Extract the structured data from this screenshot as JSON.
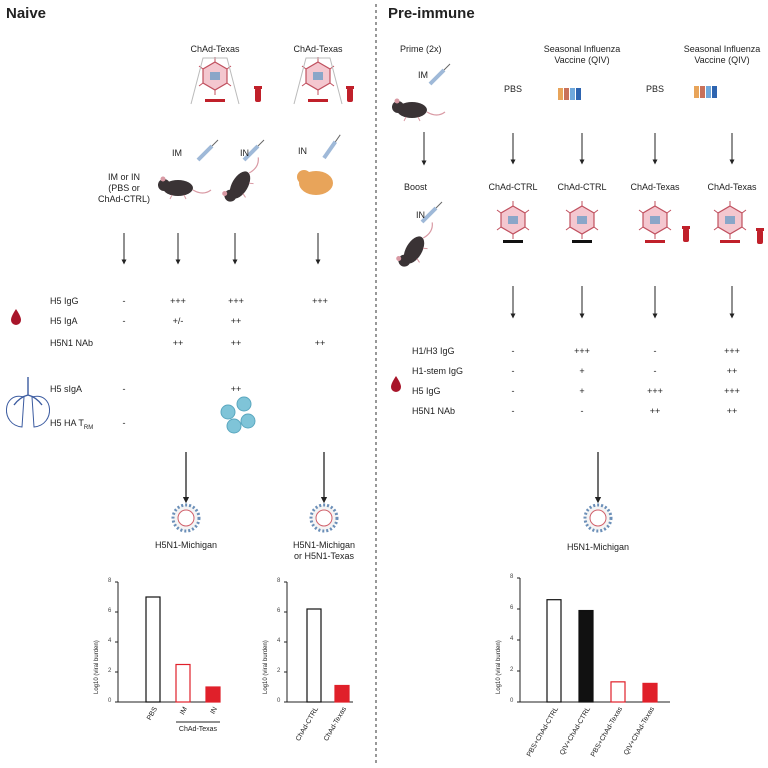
{
  "naive": {
    "title": "Naive",
    "vaccine_labels": [
      "ChAd-Texas",
      "ChAd-Texas"
    ],
    "route_im": "IM",
    "route_in": "IN",
    "route_in2": "IN",
    "control_label": [
      "IM or IN",
      "(PBS or",
      "ChAd-CTRL)"
    ],
    "readout_rows": [
      {
        "label": "H5 IgG",
        "values": [
          "-",
          "+++",
          "+++",
          "+++"
        ]
      },
      {
        "label": "H5 IgA",
        "values": [
          "-",
          "+/-",
          "++",
          ""
        ]
      },
      {
        "label": "H5N1 NAb",
        "values": [
          "",
          "++",
          "++",
          "++"
        ]
      },
      {
        "label": "H5 sIgA",
        "values": [
          "-",
          "",
          "++",
          ""
        ]
      },
      {
        "label": "H5 HA T",
        "sub": "RM",
        "values": [
          "-",
          "",
          "",
          ""
        ]
      }
    ],
    "challenge_1": "H5N1-Michigan",
    "challenge_2": [
      "H5N1-Michigan",
      "or H5N1-Texas"
    ]
  },
  "preimmune": {
    "title": "Pre-immune",
    "prime_label": "Prime (2x)",
    "prime_route": "IM",
    "boost_label": "Boost",
    "boost_route": "IN",
    "group_top": [
      "PBS",
      "Seasonal Influenza",
      "PBS",
      "Seasonal Influenza"
    ],
    "group_top2": [
      "",
      "Vaccine (QIV)",
      "",
      "Vaccine (QIV)"
    ],
    "boost_vaccines": [
      "ChAd-CTRL",
      "ChAd-CTRL",
      "ChAd-Texas",
      "ChAd-Texas"
    ],
    "readout_rows": [
      {
        "label": "H1/H3 IgG",
        "values": [
          "-",
          "+++",
          "-",
          "+++"
        ]
      },
      {
        "label": "H1-stem IgG",
        "values": [
          "-",
          "+",
          "-",
          "++"
        ]
      },
      {
        "label": "H5 IgG",
        "values": [
          "-",
          "+",
          "+++",
          "+++"
        ]
      },
      {
        "label": "H5N1 NAb",
        "values": [
          "-",
          "-",
          "++",
          "++"
        ]
      }
    ],
    "challenge": "H5N1-Michigan"
  },
  "chart_data": [
    {
      "type": "bar",
      "ylabel": "Log10 (viral burden)",
      "ylim": [
        0,
        8
      ],
      "yticks": [
        "0",
        "2",
        "4",
        "6",
        "8"
      ],
      "categories": [
        "PBS",
        "IM",
        "IN"
      ],
      "group_label": "ChAd-Texas",
      "values": [
        7.0,
        2.5,
        1.0
      ],
      "styles": [
        "open-black",
        "open-red",
        "filled-red"
      ]
    },
    {
      "type": "bar",
      "ylabel": "Log10 (viral burden)",
      "ylim": [
        0,
        8
      ],
      "yticks": [
        "0",
        "2",
        "4",
        "6",
        "8"
      ],
      "categories": [
        "ChAd-CTRL",
        "ChAd-Texas"
      ],
      "values": [
        6.2,
        1.1
      ],
      "styles": [
        "open-black",
        "filled-red"
      ]
    },
    {
      "type": "bar",
      "ylabel": "Log10 (viral burden)",
      "ylim": [
        0,
        8
      ],
      "yticks": [
        "0",
        "2",
        "4",
        "6",
        "8"
      ],
      "categories": [
        "PBS+ChAd-CTRL",
        "QIV+ChAd-CTRL",
        "PBS+ChAd-Texas",
        "QIV+ChAd-Texas"
      ],
      "values": [
        6.6,
        5.9,
        1.3,
        1.2
      ],
      "styles": [
        "open-black",
        "filled-black",
        "open-red",
        "filled-red"
      ]
    }
  ],
  "colors": {
    "red": "#e0202a",
    "black": "#111111",
    "blood": "#a8152a",
    "lung": "#3b5ba0",
    "cell": "#7fc4d8"
  }
}
